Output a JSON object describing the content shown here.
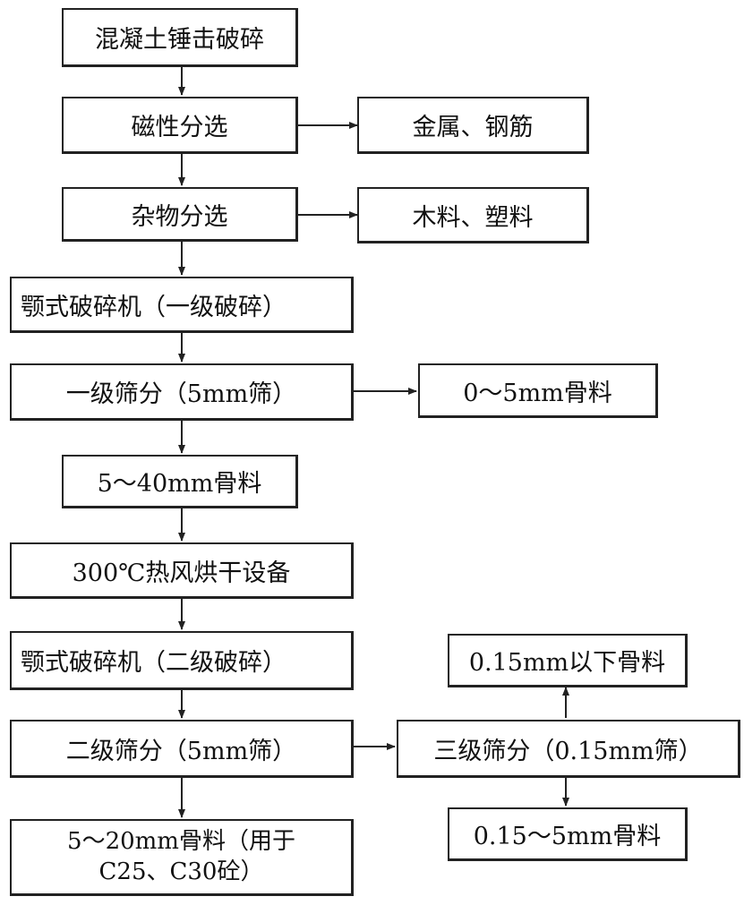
{
  "nodes": {
    "crush": "混凝土锤击破碎",
    "magnetic": "磁性分选",
    "metal": "金属、钢筋",
    "sundry": "杂物分选",
    "wood": "木料、塑料",
    "jaw1": "颚式破碎机（一级破碎）",
    "screen1": "一级筛分（5mm筛）",
    "fine1": "0～5mm骨料",
    "agg540": "5～40mm骨料",
    "dryer": "300℃热风烘干设备",
    "jaw2": "颚式破碎机（二级破碎）",
    "screen2": "二级筛分（5mm筛）",
    "screen3": "三级筛分（0.15mm筛）",
    "below015": "0.15mm以下骨料",
    "agg0155": "0.15～5mm骨料",
    "agg520_line1": "5～20mm骨料（用于",
    "agg520_line2": "C25、C30砼）"
  }
}
